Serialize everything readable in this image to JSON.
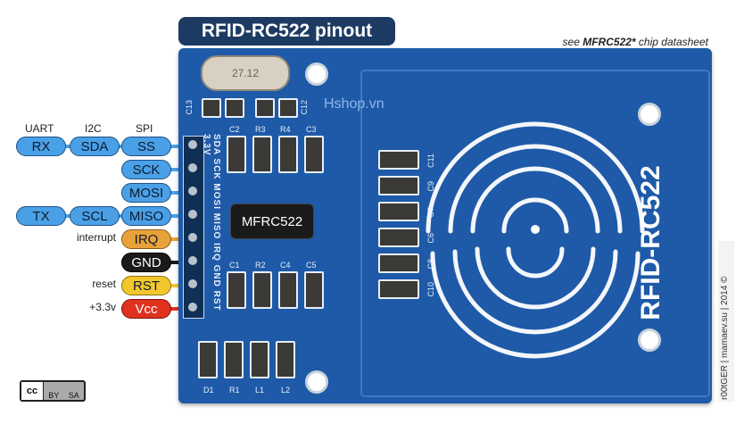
{
  "title": "RFID-RC522 pinout",
  "subnote": {
    "prefix": "see ",
    "chip": "MFRC522*",
    "suffix": " chip datasheet"
  },
  "headers": {
    "uart": "UART",
    "i2c": "I2C",
    "spi": "SPI"
  },
  "pins": {
    "rx": "RX",
    "sda": "SDA",
    "ss": "SS",
    "sck": "SCK",
    "mosi": "MOSI",
    "tx": "TX",
    "scl": "SCL",
    "miso": "MISO",
    "irq": "IRQ",
    "gnd": "GND",
    "rst": "RST",
    "vcc": "Vcc"
  },
  "side_notes": {
    "interrupt": "interrupt",
    "reset": "reset",
    "supply": "+3.3v"
  },
  "board": {
    "crystal": "27.12",
    "chip_label": "MFRC522",
    "name": "RFID-RC522",
    "watermark": "Hshop.vn",
    "header_pins": "SDA SCK MOSI MISO IRQ GND RST 3.3V",
    "silk": {
      "c13": "C13",
      "c12": "C12",
      "c2": "C2",
      "r3": "R3",
      "r4": "R4",
      "c3": "C3",
      "c1": "C1",
      "r2": "R2",
      "c4": "C4",
      "c5": "C5",
      "d1": "D1",
      "r1": "R1",
      "l1": "L1",
      "l2": "L2",
      "c11": "C11",
      "c9": "C9",
      "c7": "C7",
      "c6": "C6",
      "c8": "C8",
      "c10": "C10"
    }
  },
  "credit": "r00tGER | mamaev.su | 2014 ©",
  "license": {
    "cc": "cc",
    "by": "BY",
    "sa": "SA"
  },
  "colors": {
    "board": "#1e5aa8",
    "title_bg": "#1d3b62",
    "pill_blue": "#4aa0e6",
    "irq": "#e8a23a",
    "gnd": "#1a1a1a",
    "rst": "#f2c72c",
    "vcc": "#e0321f"
  }
}
